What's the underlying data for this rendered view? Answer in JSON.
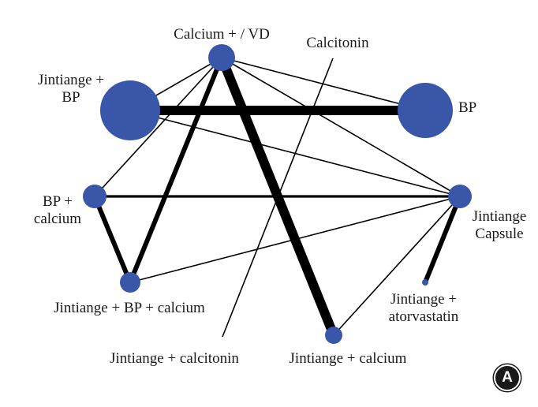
{
  "figure": {
    "panel_label": "A",
    "node_color": "#3a56a8",
    "edge_color": "#000000"
  },
  "nodes": [
    {
      "id": "calcium_vd",
      "label_lines": [
        "Calcium + / VD"
      ]
    },
    {
      "id": "calcitonin",
      "label_lines": [
        "Calcitonin"
      ]
    },
    {
      "id": "jintiange_bp",
      "label_lines": [
        "Jintiange +",
        "BP"
      ]
    },
    {
      "id": "bp",
      "label_lines": [
        "BP"
      ]
    },
    {
      "id": "bp_calcium",
      "label_lines": [
        "BP +",
        "calcium"
      ]
    },
    {
      "id": "jintiange_capsule",
      "label_lines": [
        "Jintiange",
        "Capsule"
      ]
    },
    {
      "id": "jintiange_bp_calcium",
      "label_lines": [
        "Jintiange + BP + calcium"
      ]
    },
    {
      "id": "jintiange_atorvastatin",
      "label_lines": [
        "Jintiange +",
        "atorvastatin"
      ]
    },
    {
      "id": "jintiange_calcitonin",
      "label_lines": [
        "Jintiange + calcitonin"
      ]
    },
    {
      "id": "jintiange_calcium",
      "label_lines": [
        "Jintiange + calcium"
      ]
    }
  ],
  "edges": [
    {
      "from": "jintiange_bp",
      "to": "bp",
      "weight": "heavy"
    },
    {
      "from": "calcium_vd",
      "to": "jintiange_calcium",
      "weight": "heavy"
    },
    {
      "from": "calcium_vd",
      "to": "jintiange_bp_calcium",
      "weight": "medium"
    },
    {
      "from": "bp_calcium",
      "to": "jintiange_bp_calcium",
      "weight": "medium"
    },
    {
      "from": "jintiange_capsule",
      "to": "jintiange_atorvastatin",
      "weight": "medium"
    },
    {
      "from": "bp_calcium",
      "to": "jintiange_capsule",
      "weight": "light"
    },
    {
      "from": "calcium_vd",
      "to": "jintiange_bp",
      "weight": "thin"
    },
    {
      "from": "calcium_vd",
      "to": "bp_calcium",
      "weight": "thin"
    },
    {
      "from": "calcium_vd",
      "to": "jintiange_capsule",
      "weight": "thin"
    },
    {
      "from": "calcium_vd",
      "to": "bp",
      "weight": "thin"
    },
    {
      "from": "jintiange_bp",
      "to": "jintiange_capsule",
      "weight": "thin"
    },
    {
      "from": "jintiange_bp_calcium",
      "to": "jintiange_capsule",
      "weight": "thin"
    },
    {
      "from": "jintiange_calcium",
      "to": "jintiange_capsule",
      "weight": "thin"
    },
    {
      "from": "calcitonin",
      "to": "jintiange_calcitonin",
      "weight": "thin"
    }
  ]
}
